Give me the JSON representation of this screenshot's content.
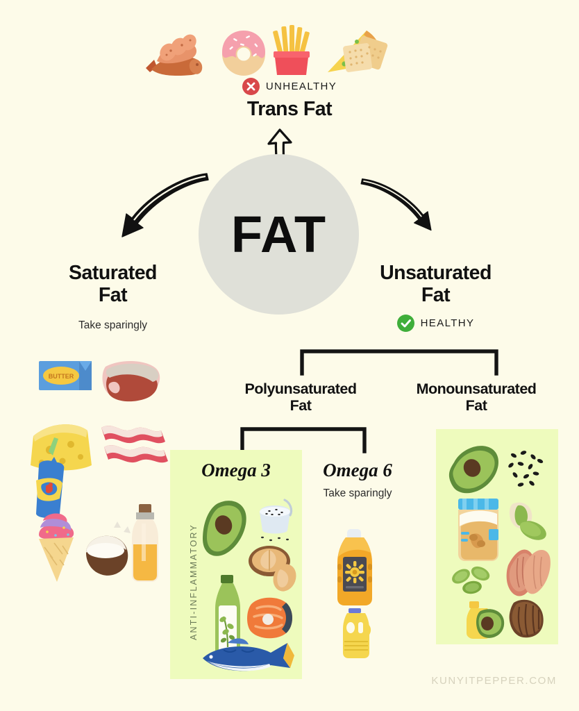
{
  "page": {
    "background_color": "#fdfbe9",
    "watermark": "KUNYITPEPPER.COM"
  },
  "center": {
    "label": "FAT",
    "circle_color": "#dfe0d8"
  },
  "trans_fat": {
    "title": "Trans Fat",
    "badge": {
      "label": "UNHEALTHY",
      "icon": "x-circle-icon",
      "color": "#d8484a"
    },
    "foods": [
      "sausage",
      "donut",
      "french-fries",
      "pizza-slice",
      "crackers"
    ]
  },
  "saturated_fat": {
    "title_line1": "Saturated",
    "title_line2": "Fat",
    "note": "Take sparingly",
    "foods": [
      "butter",
      "steak",
      "cheese",
      "bacon",
      "milkshake",
      "ice-cream",
      "coconut",
      "oil-bottle"
    ]
  },
  "unsaturated_fat": {
    "title_line1": "Unsaturated",
    "title_line2": "Fat",
    "badge": {
      "label": "HEALTHY",
      "icon": "check-circle-icon",
      "color": "#3fae3a"
    }
  },
  "polyunsaturated_fat": {
    "title_line1": "Polyunsaturated",
    "title_line2": "Fat"
  },
  "monounsaturated_fat": {
    "title_line1": "Monounsaturated",
    "title_line2": "Fat",
    "panel_color": "#eefbbd",
    "foods": [
      "avocado",
      "sesame-seeds",
      "peanut-butter-jar",
      "pistachios",
      "pumpkin-seeds",
      "almonds",
      "avocado-oil-bottle",
      "pecans"
    ]
  },
  "omega_3": {
    "title": "Omega 3",
    "side_label": "ANTI-INFLAMMATORY",
    "panel_color": "#eefbbd",
    "foods": [
      "avocado",
      "chia-bowl",
      "olive-oil-bottle",
      "walnuts",
      "salmon-steak",
      "mackerel-fish"
    ]
  },
  "omega_6": {
    "title": "Omega 6",
    "note": "Take sparingly",
    "foods": [
      "sunflower-oil-bottle",
      "vegetable-oil-jug"
    ]
  }
}
